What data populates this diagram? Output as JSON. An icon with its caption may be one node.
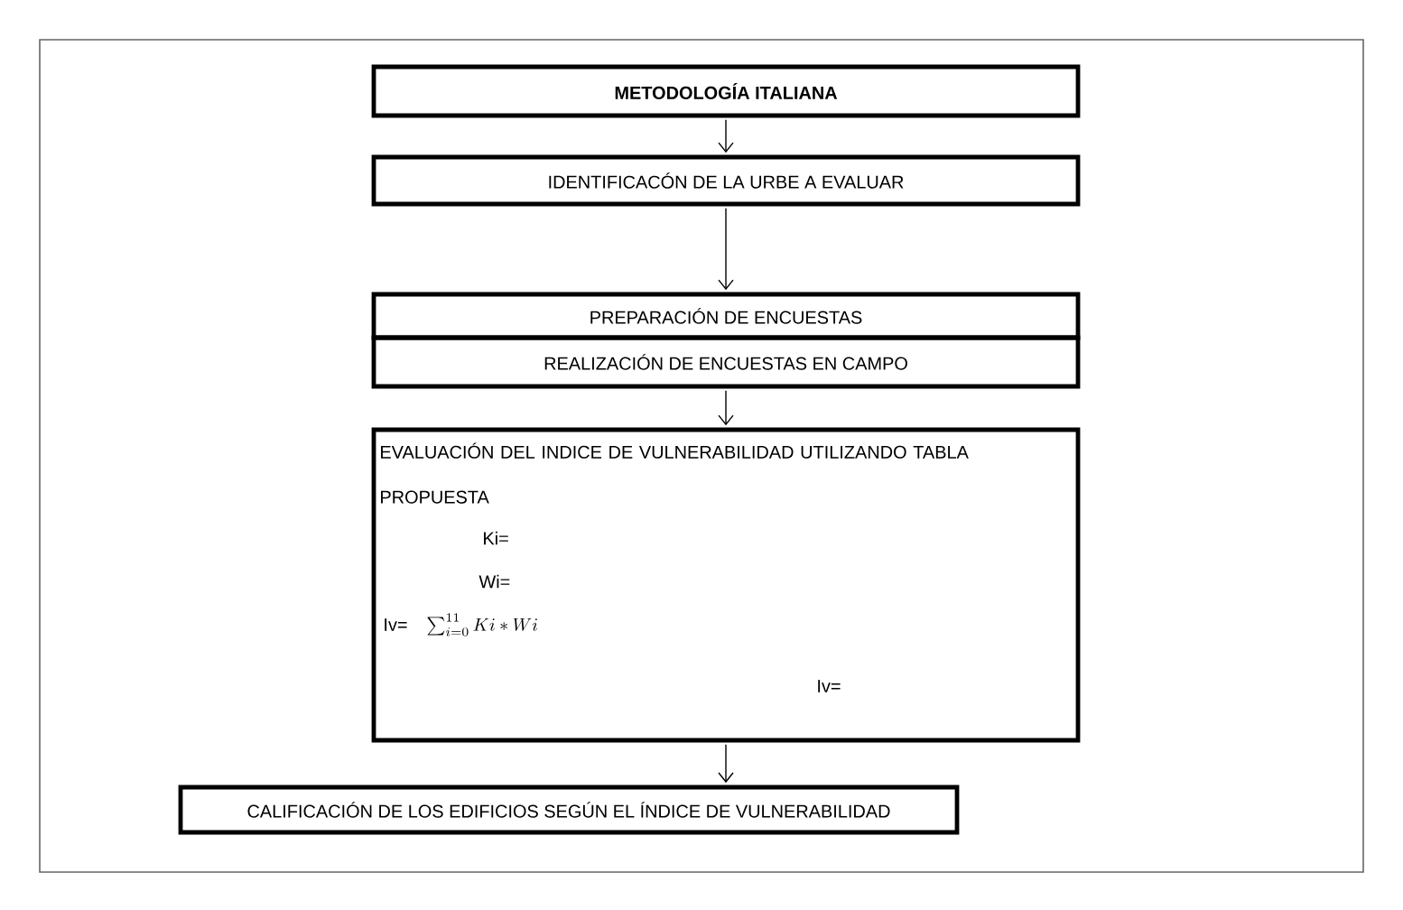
{
  "diagram": {
    "nodes": [
      {
        "text": [
          "METODOLOGÍA ITALIANA"
        ]
      },
      {
        "text": [
          "IDENTIFICACÓN DE LA URBE A EVALUAR"
        ]
      },
      {
        "text": [
          "PREPARACIÓN DE ENCUESTAS"
        ]
      },
      {
        "text": [
          "REALIZACIÓN DE ENCUESTAS EN CAMPO"
        ]
      },
      {
        "text": [
          "EVALUACIÓN DEL INDICE DE VULNERABILIDAD UTILIZANDO TABLA PROPUESTA",
          "Ki=",
          "Wi=",
          "Iv=",
          "\\sum_{i=0}^{11} Ki * Wi",
          "Iv="
        ]
      },
      {
        "text": [
          "CALIFICACIÓN DE LOS EDIFICIOS SEGÚN EL ÍNDICE DE VULNERABILIDAD"
        ]
      }
    ],
    "edges": [
      {
        "from": 0,
        "to": 1,
        "arrow": "to"
      },
      {
        "from": 1,
        "to": 2,
        "arrow": "to"
      },
      {
        "from": 3,
        "to": 4,
        "arrow": "to"
      },
      {
        "from": 4,
        "to": 5,
        "arrow": "to"
      }
    ]
  }
}
